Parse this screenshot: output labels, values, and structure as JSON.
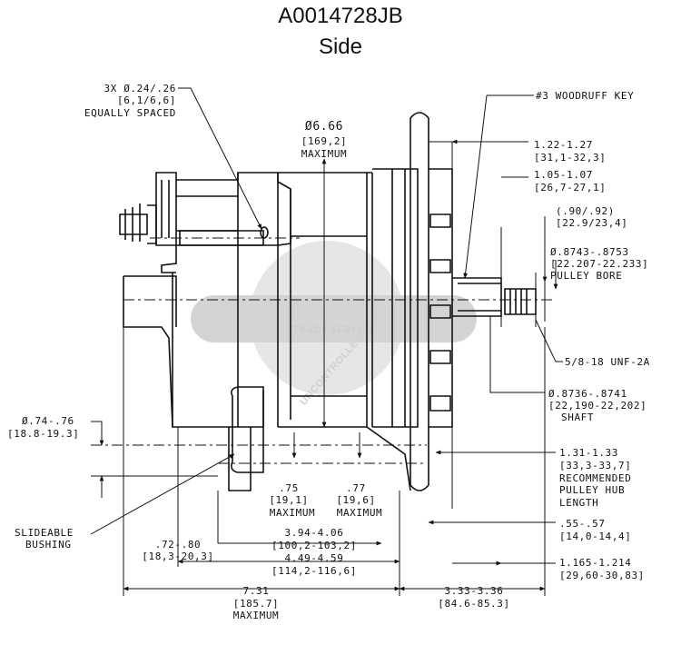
{
  "header": {
    "part_number": "A0014728JB",
    "view": "Side"
  },
  "watermark": {
    "badge_text": "TRADE SERVICE",
    "diagonal_text": "UNCONTROLLED COPY",
    "color": "#c9c9c9"
  },
  "callouts": {
    "mount_holes": [
      "3X Ø.24/.26",
      "[6,1/6,6]",
      "EQUALLY SPACED"
    ],
    "housing_dia": [
      "Ø6.66",
      "[169,2]",
      "MAXIMUM"
    ],
    "woodruff_key": [
      "#3 WOODRUFF KEY"
    ],
    "fan_to_end": [
      "1.22-1.27",
      "[31,1-32,3]"
    ],
    "pulley_seat": [
      "1.05-1.07",
      "[26,7-27,1]"
    ],
    "key_pos": [
      "(.90/.92)",
      "[22.9/23,4]"
    ],
    "pulley_bore": [
      "Ø.8743-.8753",
      "[22.207-22.233]",
      "PULLEY BORE"
    ],
    "thread": [
      "5/8-18 UNF-2A"
    ],
    "shaft": [
      "Ø.8736-.8741",
      "[22,190-22,202]",
      "SHAFT"
    ],
    "bushing_dia": [
      "Ø.74-.76",
      "[18.8-19.3]"
    ],
    "hub_length": [
      "1.31-1.33",
      "[33,3-33,7]",
      "RECOMMENDED",
      "PULLEY HUB",
      "LENGTH"
    ],
    "foot_a": [
      ".75",
      "[19,1]",
      "MAXIMUM"
    ],
    "foot_b": [
      ".77",
      "[19,6]",
      "MAXIMUM"
    ],
    "slideable": [
      "SLIDEABLE",
      "BUSHING"
    ],
    "bushing_travel": [
      ".72-.80",
      "[18,3-20,3]"
    ],
    "dim_394": [
      "3.94-4.06",
      "[100,2-103,2]"
    ],
    "dim_55": [
      ".55-.57",
      "[14,0-14,4]"
    ],
    "dim_449": [
      "4.49-4.59",
      "[114,2-116,6]"
    ],
    "dim_1165": [
      "1.165-1.214",
      "[29,60-30,83]"
    ],
    "overall": [
      "7.31",
      "[185.7]",
      "MAXIMUM"
    ],
    "dim_333": [
      "3.33-3.36",
      "[84.6-85.3]"
    ]
  }
}
